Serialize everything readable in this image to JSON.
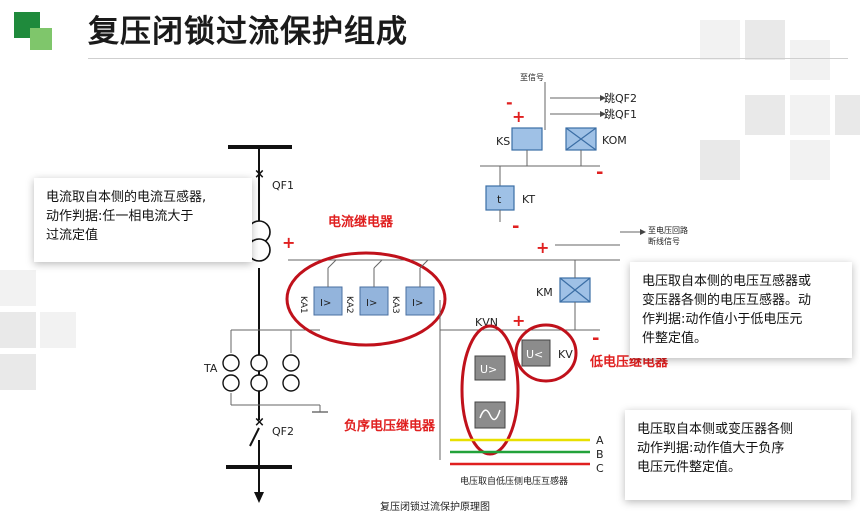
{
  "slide": {
    "title": "复压闭锁过流保护组成",
    "accent_green": "#1f8a3c",
    "accent_lightgreen": "#7fc66b"
  },
  "callouts": {
    "current": [
      "电流取自本侧的电流互感器,",
      "动作判据:任一相电流大于",
      "过流定值"
    ],
    "undervoltage": [
      "电压取自本侧的电压互感器或",
      "变压器各侧的电压互感器。动",
      "作判据:动作值小于低电压元",
      "件整定值。"
    ],
    "negseq": [
      "电压取自本侧或变压器各侧",
      "动作判据:动作值大于负序",
      "电压元件整定值。"
    ]
  },
  "diagram": {
    "highlight_color": "#c0111b",
    "labels": {
      "qf1": "QF1",
      "qf2": "QF2",
      "ta": "TA",
      "current_relay": "电流继电器",
      "ka1": "KA1",
      "ka2": "KA2",
      "ka3": "KA3",
      "i_gt": "I>",
      "neg_relay": "负序电压继电器",
      "under_relay": "低电压继电器",
      "kvn": "KVN",
      "u_gt": "U>",
      "u_lt": "U<",
      "kv": "KV",
      "km": "KM",
      "ks": "KS",
      "kom": "KOM",
      "kt": "KT",
      "t": "t",
      "to_signal": "至信号",
      "trip_qf2": "跳QF2",
      "trip_qf1": "跳QF1",
      "lockout_signal_1": "至电压回路",
      "lockout_signal_2": "断线信号",
      "phase_a": "A",
      "phase_b": "B",
      "phase_c": "C",
      "pt_source": "电压取自低压侧电压互感器",
      "caption": "复压闭锁过流保护原理图",
      "plus": "+",
      "minus": "-"
    }
  }
}
